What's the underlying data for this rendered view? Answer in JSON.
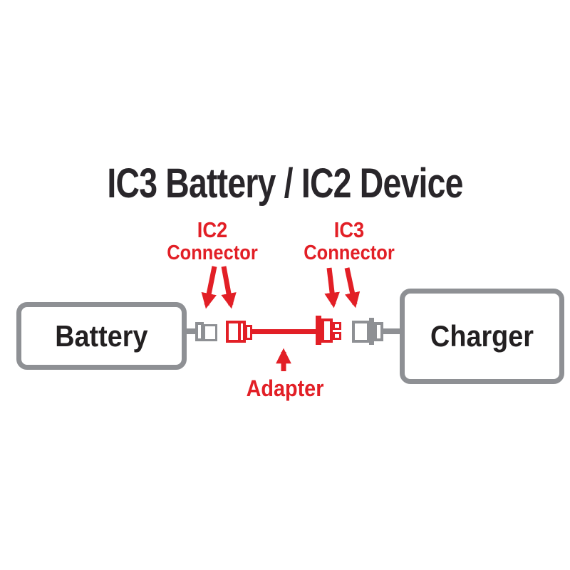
{
  "title": "IC3 Battery / IC2 Device",
  "callouts": {
    "ic2": {
      "name": "IC2",
      "word": "Connector"
    },
    "ic3": {
      "name": "IC3",
      "word": "Connector"
    },
    "adapter": "Adapter"
  },
  "nodes": {
    "battery": "Battery",
    "charger": "Charger"
  },
  "colors": {
    "red": "#e21f26",
    "gray": "#8e9094",
    "text_dark": "#29262a",
    "background": "#ffffff"
  },
  "icons": {
    "connector_pointers": "down-arrow-icon",
    "adapter_pointer": "up-arrow-icon"
  }
}
